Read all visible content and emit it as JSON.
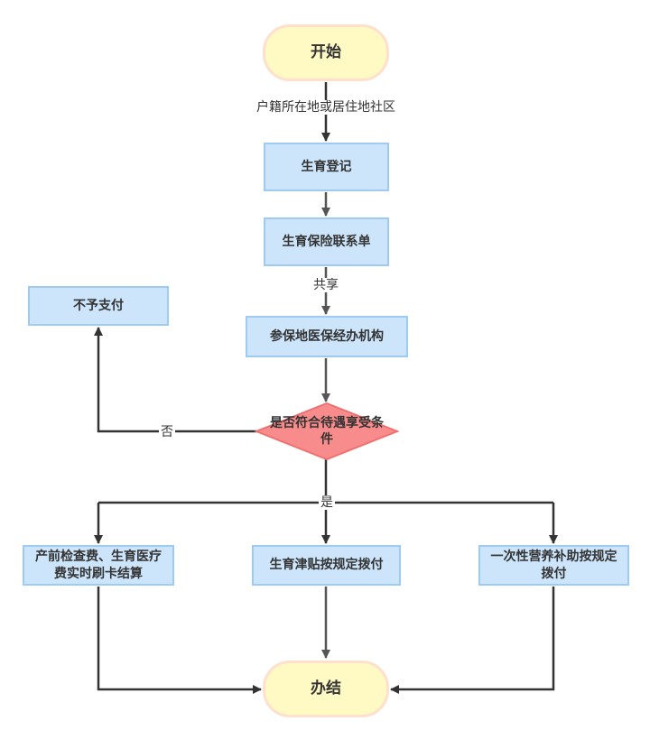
{
  "diagram": {
    "type": "flowchart",
    "colors": {
      "terminal_fill": "#fff9c4",
      "terminal_border": "#ffe0cc",
      "process_fill": "#cce5fb",
      "process_border": "#9ecbf3",
      "decision_fill": "#f88c8c",
      "decision_border": "#f07070",
      "edge": "#333333",
      "edge_light": "#555555",
      "text": "#333333"
    },
    "nodes": {
      "start": "开始",
      "birth_registration": "生育登记",
      "insurance_contact_form": "生育保险联系单",
      "insured_agency": "参保地医保经办机构",
      "decision": "是否符合待遇享受条件",
      "no_payment": "不予支付",
      "prenatal_settlement": "产前检查费、生育医疗费实时刷卡结算",
      "maternity_allowance": "生育津贴按规定拨付",
      "nutrition_subsidy": "一次性营养补助按规定拨付",
      "end": "办结"
    },
    "edge_labels": {
      "start_to_registration": "户籍所在地或居住地社区",
      "form_to_agency": "共享",
      "decision_no": "否",
      "decision_yes": "是"
    }
  }
}
